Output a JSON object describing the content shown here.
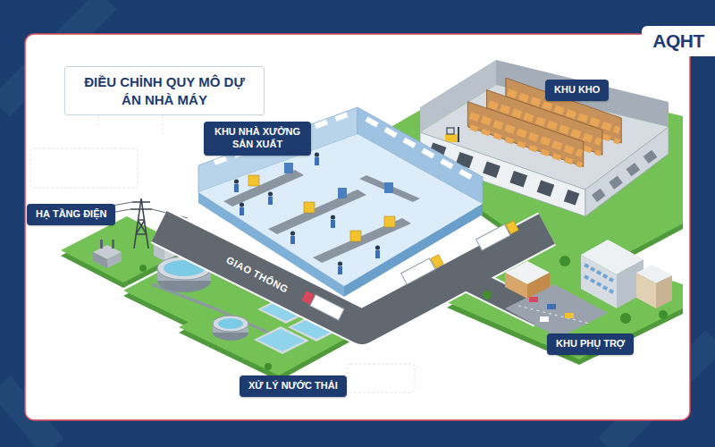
{
  "diagram": {
    "title": "ĐIỀU CHỈNH QUY MÔ DỰ ÁN NHÀ MÁY",
    "nodes": [
      {
        "text": [
          "KHU KHO"
        ]
      },
      {
        "text": [
          "KHU NHÀ XƯỞNG SẢN XUẤT"
        ]
      },
      {
        "text": [
          "HẠ TẦNG ĐIỆN"
        ]
      },
      {
        "text": [
          "KHU PHỤ TRỢ"
        ]
      },
      {
        "text": [
          "XỬ LÝ NƯỚC THẢI"
        ]
      }
    ],
    "labels": [
      "GIAO THÔNG",
      "AQHT"
    ]
  }
}
